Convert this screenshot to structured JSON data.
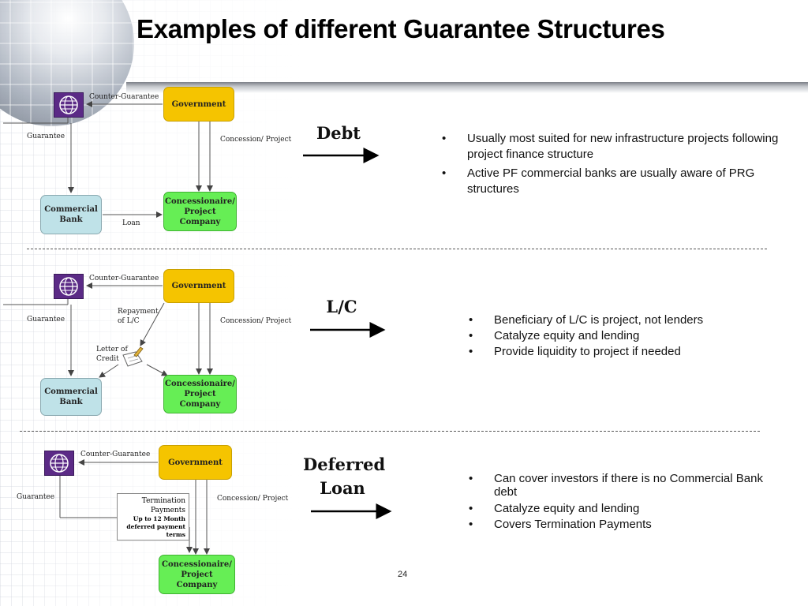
{
  "title": "Examples of different Guarantee Structures",
  "page_number": "24",
  "labels": {
    "government": "Government",
    "concessionaire": "Concessionaire/ Project Company",
    "commercial_bank": "Commercial Bank",
    "counter_guarantee": "Counter-Guarantee",
    "guarantee": "Guarantee",
    "concession": "Concession/ Project",
    "loan": "Loan",
    "repayment_lc": "Repayment of L/C",
    "letter_of_credit": "Letter of Credit",
    "termination_payments": "Termination Payments",
    "deferred_terms": "Up to 12 Month deferred payment terms"
  },
  "sections": [
    {
      "mode": "Debt",
      "bullets": [
        "Usually most suited for new infrastructure projects following project finance structure",
        "Active PF commercial banks are usually aware of PRG structures"
      ]
    },
    {
      "mode": "L/C",
      "bullets": [
        "Beneficiary of L/C is project, not lenders",
        "Catalyze equity and lending",
        "Provide liquidity to project if needed"
      ]
    },
    {
      "mode": "Deferred Loan",
      "bullets": [
        "Can cover investors if there is no Commercial Bank debt",
        "Catalyze equity and lending",
        "Covers Termination Payments"
      ]
    }
  ],
  "colors": {
    "government": "#f5c400",
    "concessionaire": "#66ee55",
    "commercial_bank": "#bfe2e8",
    "world_bank_logo": "#5b2a86"
  }
}
